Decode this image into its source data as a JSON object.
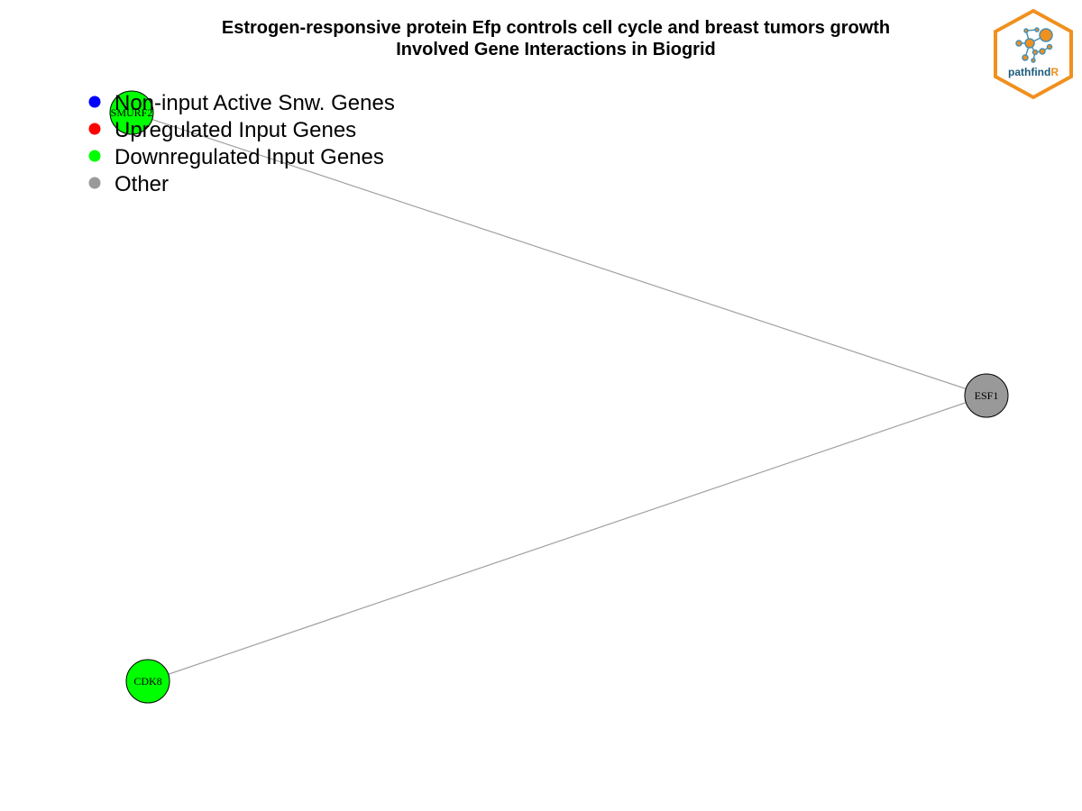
{
  "title": {
    "line1": "Estrogen-responsive protein Efp controls cell cycle and breast tumors growth",
    "line2": "Involved Gene Interactions in Biogrid"
  },
  "legend": [
    {
      "label": "Non-input Active Snw. Genes",
      "color": "#0000ff"
    },
    {
      "label": "Upregulated Input Genes",
      "color": "#ff0000"
    },
    {
      "label": "Downregulated Input Genes",
      "color": "#00ff00"
    },
    {
      "label": "Other",
      "color": "#999999"
    }
  ],
  "nodes": [
    {
      "id": "SMURF2",
      "label": "SMURF2",
      "color": "#00ff00"
    },
    {
      "id": "ESF1",
      "label": "ESF1",
      "color": "#999999"
    },
    {
      "id": "CDK8",
      "label": "CDK8",
      "color": "#00ff00"
    }
  ],
  "edges": [
    {
      "source": "SMURF2",
      "target": "ESF1"
    },
    {
      "source": "ESF1",
      "target": "CDK8"
    }
  ],
  "logo": {
    "text_main": "pathfind",
    "text_accent": "R",
    "accent_color": "#f0901e",
    "text_color": "#1a5a7a"
  }
}
